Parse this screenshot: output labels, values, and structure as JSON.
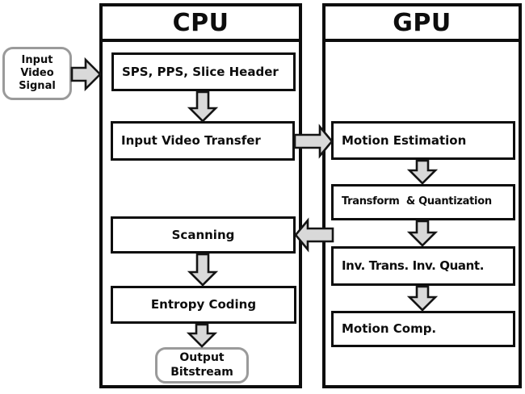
{
  "colors": {
    "line": "#0d0d0d",
    "arrow_fill": "#d9d9d9",
    "rounded_node_border": "#9a9a9a",
    "box_fill": "#ffffff",
    "text": "#0d0d0d",
    "background": "#ffffff"
  },
  "input_node": {
    "label": "Input\nVideo\nSignal"
  },
  "cpu": {
    "title": "CPU",
    "boxes": {
      "sps": "SPS, PPS, Slice Header",
      "transfer": "Input Video Transfer",
      "scanning": "Scanning",
      "entropy": "Entropy Coding"
    },
    "output_node": {
      "label": "Output\nBitstream"
    }
  },
  "gpu": {
    "title": "GPU",
    "boxes": {
      "motion_estimation": "Motion Estimation",
      "transform_quant": "Transform  & Quantization",
      "inv_trans": "Inv. Trans. Inv. Quant.",
      "motion_comp": "Motion Comp."
    }
  },
  "icons": {
    "right_arrow": "right-pointing block arrow (gray fill, black outline)",
    "left_arrow": "left-pointing block arrow (gray fill, black outline)",
    "down_arrow": "down-pointing block arrow (gray fill, black outline)"
  },
  "edges": [
    {
      "from": "input-video-signal",
      "to": "sps-pps-slice-header",
      "direction": "right"
    },
    {
      "from": "sps-pps-slice-header",
      "to": "input-video-transfer",
      "direction": "down"
    },
    {
      "from": "input-video-transfer",
      "to": "motion-estimation",
      "direction": "right"
    },
    {
      "from": "motion-estimation",
      "to": "transform-quantization",
      "direction": "down"
    },
    {
      "from": "transform-quantization",
      "to": "inv-trans-inv-quant",
      "direction": "down"
    },
    {
      "from": "inv-trans-inv-quant",
      "to": "motion-comp",
      "direction": "down"
    },
    {
      "from": "gpu-pipeline",
      "to": "scanning",
      "direction": "left"
    },
    {
      "from": "scanning",
      "to": "entropy-coding",
      "direction": "down"
    },
    {
      "from": "entropy-coding",
      "to": "output-bitstream",
      "direction": "down"
    }
  ]
}
